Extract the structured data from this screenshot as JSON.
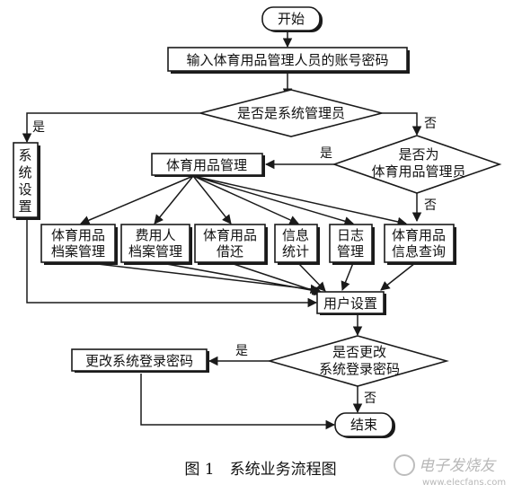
{
  "nodes": {
    "start": "开始",
    "login": "输入体育用品管理人员的账号密码",
    "is_admin": "是否是系统管理员",
    "is_goods_admin_1": "是否为",
    "is_goods_admin_2": "体育用品管理员",
    "goods_mgmt": "体育用品管理",
    "sys_set_1": "系",
    "sys_set_2": "统",
    "sys_set_3": "设",
    "sys_set_4": "置",
    "m_archive_1": "体育用品",
    "m_archive_2": "档案管理",
    "m_user_1": "费用人",
    "m_user_2": "档案管理",
    "m_lend_1": "体育用品",
    "m_lend_2": "借还",
    "m_stat_1": "信息",
    "m_stat_2": "统计",
    "m_log_1": "日志",
    "m_log_2": "管理",
    "m_query_1": "体育用品",
    "m_query_2": "信息查询",
    "user_set": "用户设置",
    "change_q_1": "是否更改",
    "change_q_2": "系统登录密码",
    "change_pw": "更改系统登录密码",
    "end": "结束"
  },
  "edge_labels": {
    "yes_admin": "是",
    "no_admin": "否",
    "yes_goods": "是",
    "no_goods": "否",
    "yes_change": "是",
    "no_change": "否"
  },
  "caption": "图 1　系统业务流程图",
  "watermark": {
    "text": "电子发烧友",
    "url": "www.elecfans.com"
  }
}
